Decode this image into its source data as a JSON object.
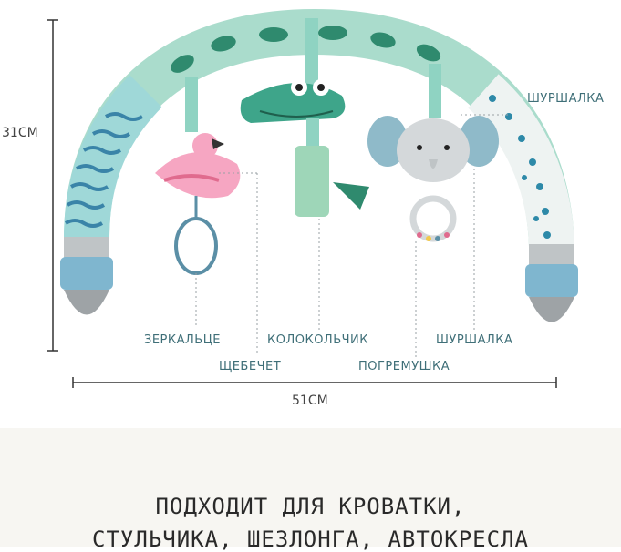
{
  "dimensions": {
    "height": "31CM",
    "width": "51CM"
  },
  "labels": {
    "rattle_right": "ШУРШАЛКА",
    "mirror": "ЗЕРКАЛЬЦЕ",
    "bell": "КОЛОКОЛЬЧИК",
    "rattle_bottom": "ШУРШАЛКА",
    "squeaker": "ЩЕБЕЧЕТ",
    "rattle_toy": "ПОГРЕМУШКА"
  },
  "tagline": {
    "line1": "ПОДХОДИТ ДЛЯ КРОВАТКИ,",
    "line2": "СТУЛЬЧИКА, ШЕЗЛОНГА, АВТОКРЕСЛА"
  },
  "colors": {
    "label": "#3f6f78",
    "arch_green": "#8fd3c2",
    "arch_leaf": "#2f8a6e",
    "accent_pink": "#f6a6c2",
    "cuff": "#7fb6cf"
  }
}
